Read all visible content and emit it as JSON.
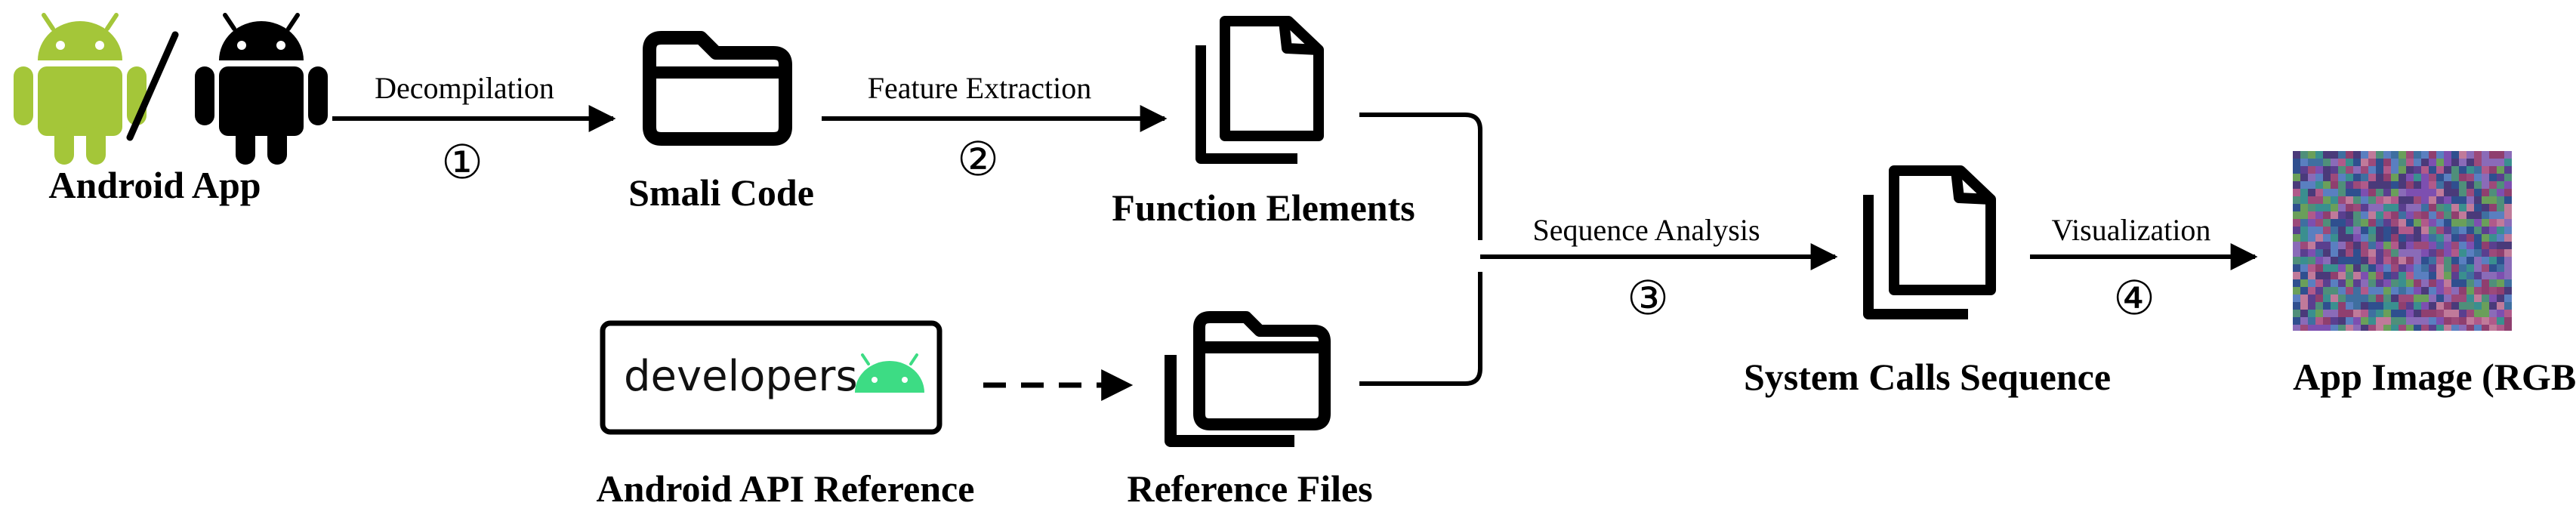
{
  "colors": {
    "android_green": "#a4c639",
    "android_black": "#000000",
    "developers_green": "#3ddc84",
    "line": "#000000"
  },
  "nodes": {
    "android_app": {
      "label": "Android App",
      "icons": [
        "android-robot-green-icon",
        "android-robot-black-icon"
      ],
      "separator": "/"
    },
    "smali_code": {
      "label": "Smali Code",
      "icon": "folder-icon"
    },
    "function_elements": {
      "label": "Function Elements",
      "icon": "documents-stack-icon"
    },
    "api_reference": {
      "label": "Android API Reference",
      "logo_text": "developers",
      "icon": "android-head-icon"
    },
    "reference_files": {
      "label": "Reference Files",
      "icon": "folders-stack-icon"
    },
    "system_calls": {
      "label": "System Calls Sequence",
      "icon": "documents-stack-icon"
    },
    "app_image": {
      "label": "App Image (RGB)",
      "icon": "rgb-noise-image"
    }
  },
  "edges": {
    "decompilation": {
      "label": "Decompilation",
      "step": "①"
    },
    "feature_extraction": {
      "label": "Feature Extraction",
      "step": "②"
    },
    "sequence_analysis": {
      "label": "Sequence Analysis",
      "step": "③"
    },
    "visualization": {
      "label": "Visualization",
      "step": "④"
    },
    "reference_link": {
      "style": "dashed"
    }
  }
}
